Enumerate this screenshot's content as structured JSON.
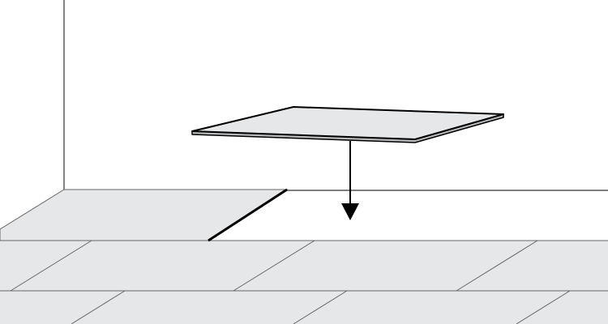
{
  "diagram": {
    "subject": "tile-placement",
    "colors": {
      "background": "#ffffff",
      "tile_fill": "#e6e7e8",
      "tile_edge": "#b8b9bb",
      "line": "#555555",
      "ink": "#000000"
    },
    "elements": [
      "wall",
      "laid-floor-tiles",
      "cut-tile-edge",
      "new-tile",
      "placement-arrow"
    ]
  }
}
